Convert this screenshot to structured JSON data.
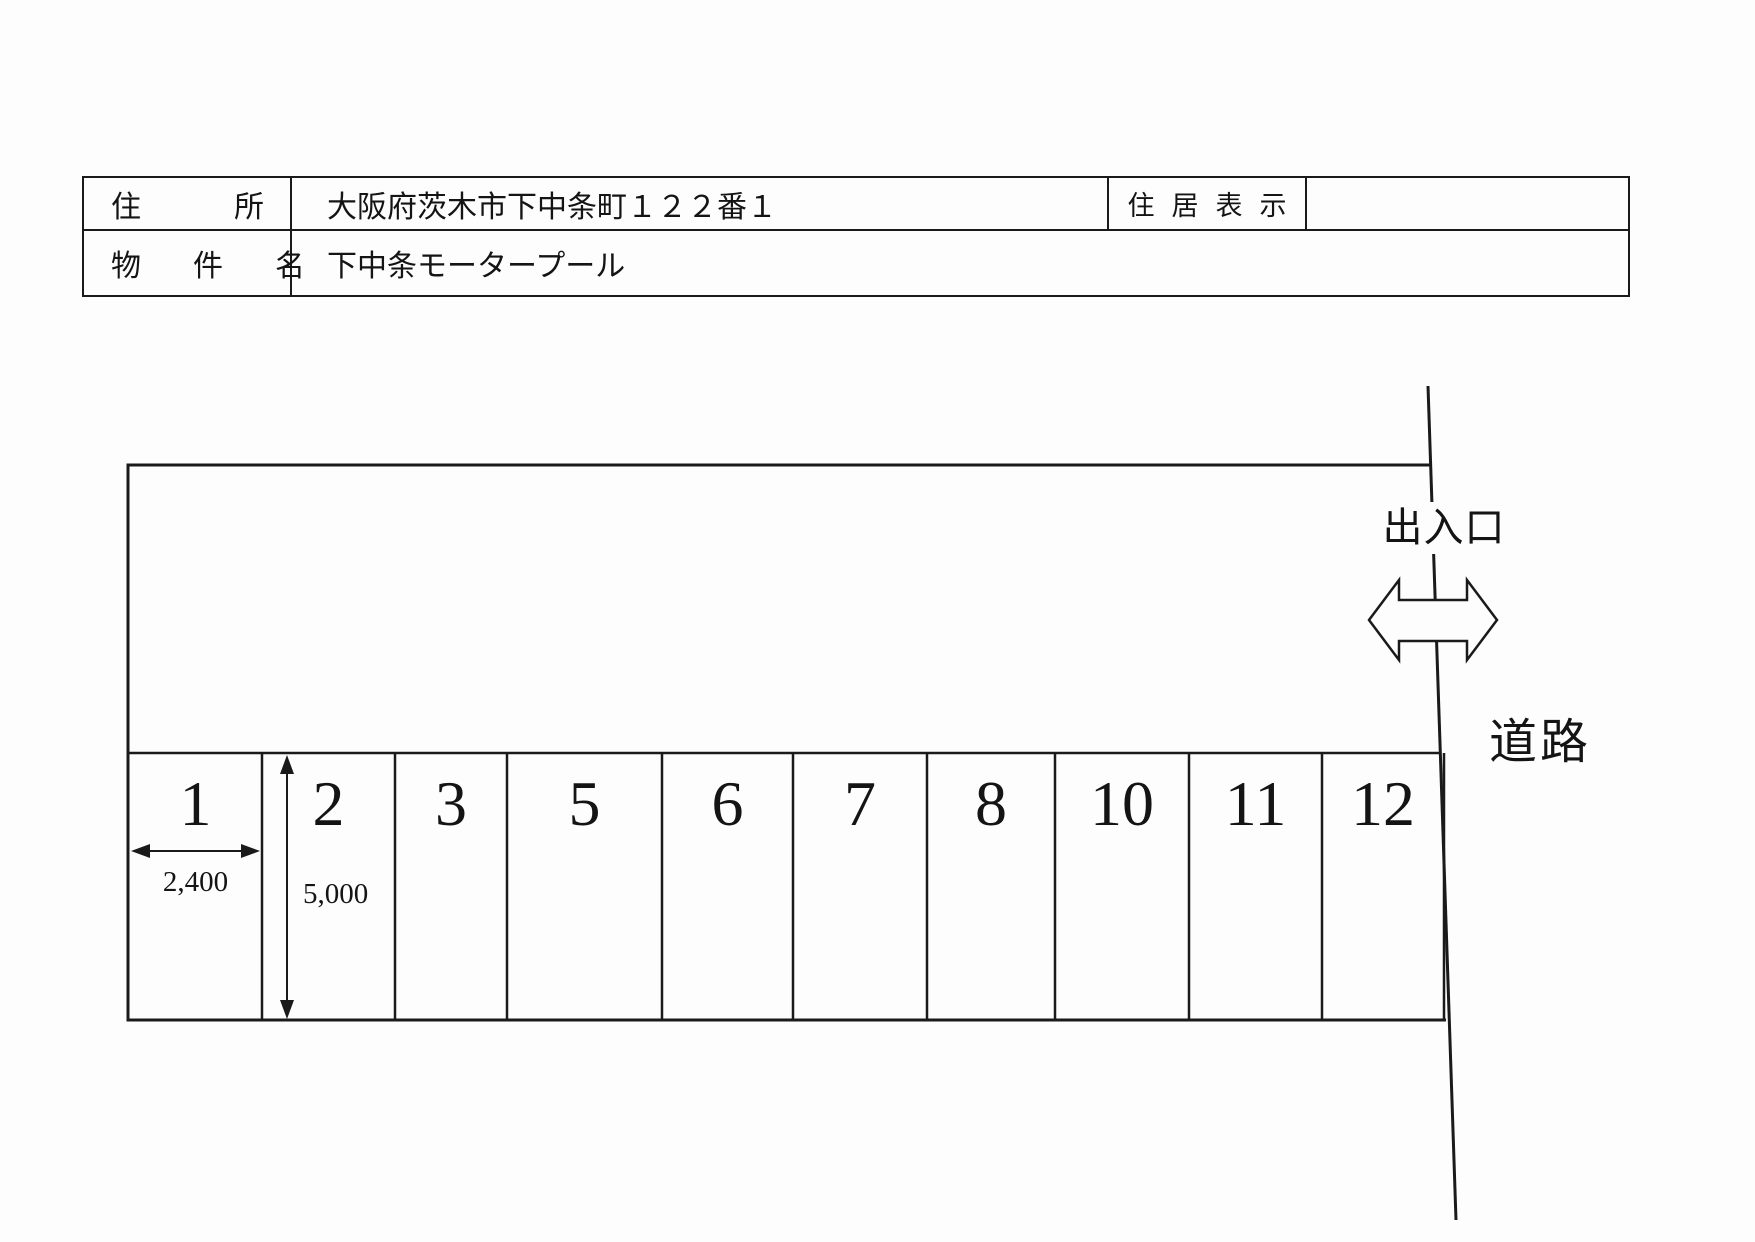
{
  "info_table": {
    "address_label": "住　　所",
    "address_value": "大阪府茨木市下中条町１２２番１",
    "residence_indication_label": "住居表示",
    "residence_indication_value": "",
    "property_name_label": "物　件　名",
    "property_name_value": "下中条モータープール"
  },
  "diagram": {
    "entrance_label": "出入口",
    "road_label": "道路",
    "width_dimension": "2,400",
    "depth_dimension": "5,000",
    "stalls": [
      "1",
      "2",
      "3",
      "5",
      "6",
      "7",
      "8",
      "10",
      "11",
      "12"
    ]
  }
}
